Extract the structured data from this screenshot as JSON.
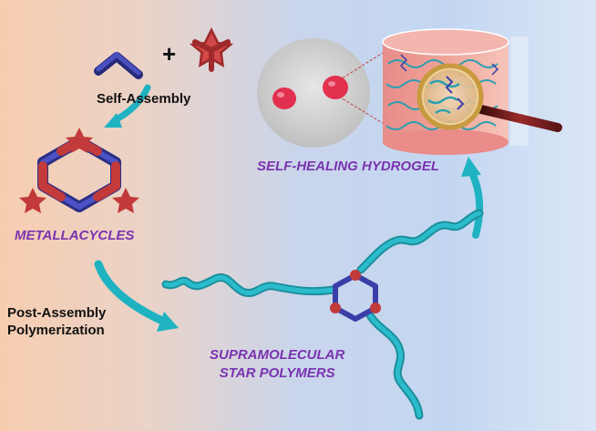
{
  "labels": {
    "plus": "+",
    "self_assembly": "Self-Assembly",
    "metallacycles": "METALLACYCLES",
    "self_healing_hydrogel": "SELF-HEALING HYDROGEL",
    "post_assembly_line1": "Post-Assembly",
    "post_assembly_line2": "Polymerization",
    "star_line1": "SUPRAMOLECULAR",
    "star_line2": "STAR POLYMERS"
  },
  "colors": {
    "label_purple": "#7a33b0",
    "arrow_teal": "#1fb3c2",
    "polymer_teal": "#2bbccc",
    "ligand_blue": "#3a3fa8",
    "metal_red": "#c23a3a",
    "gel_pink": "#e3738a",
    "dish_gray": "#d5d5d5"
  }
}
